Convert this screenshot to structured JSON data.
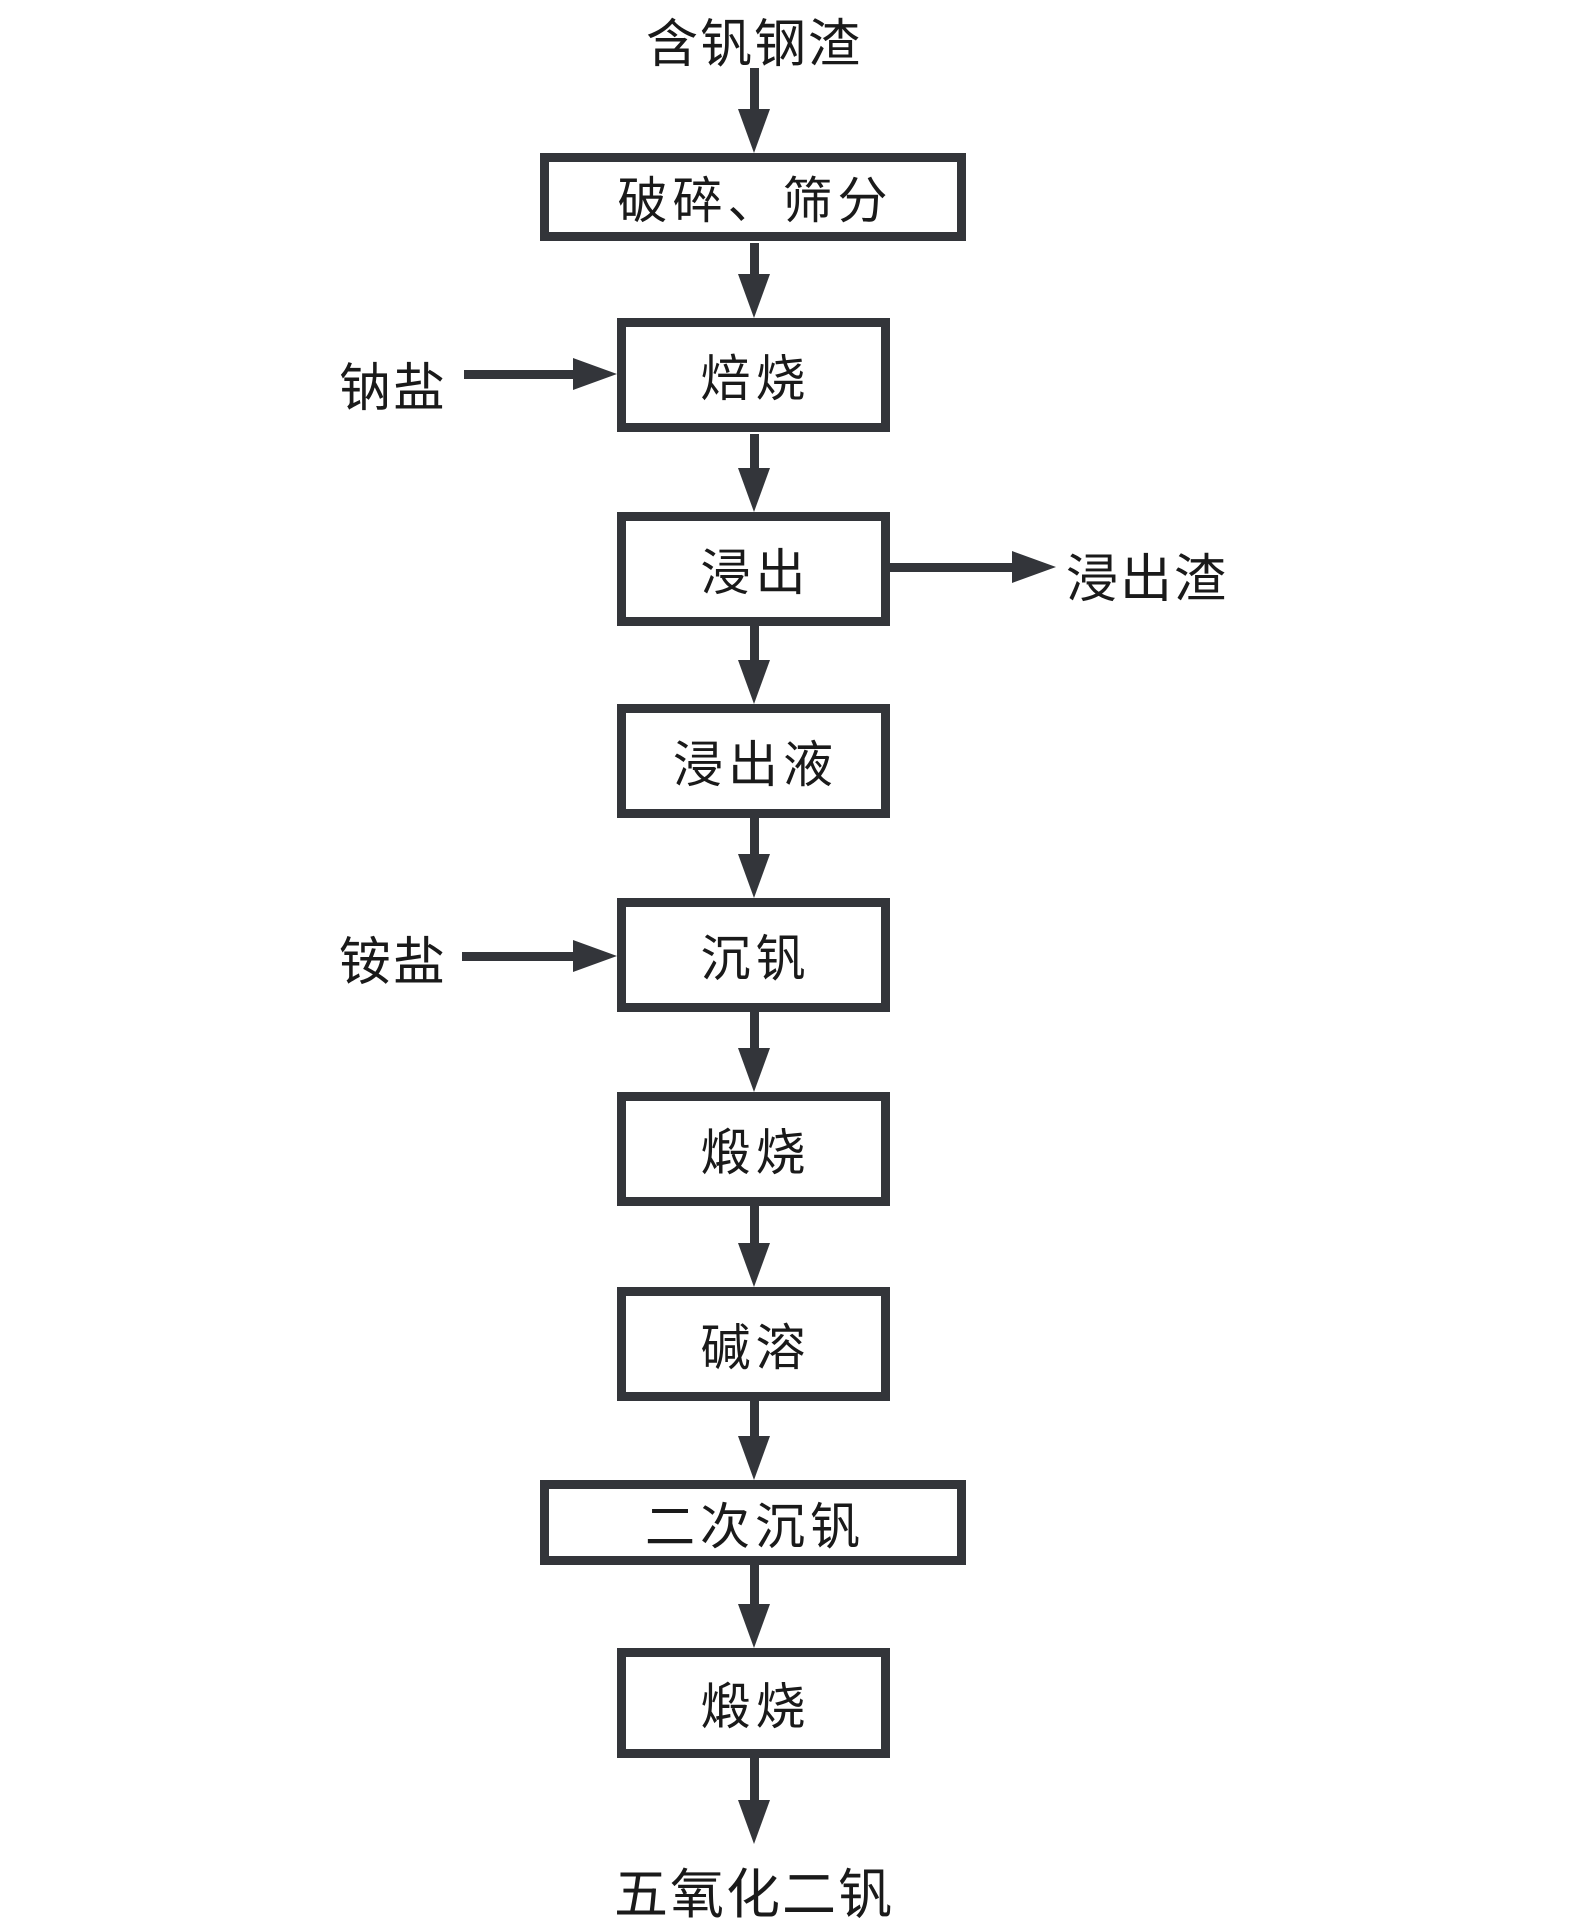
{
  "diagram": {
    "start_label": "含钒钢渣",
    "end_label": "五氧化二钒",
    "nodes": [
      {
        "id": "crush-screen",
        "label": "破碎、筛分"
      },
      {
        "id": "roasting",
        "label": "焙烧"
      },
      {
        "id": "leaching",
        "label": "浸出"
      },
      {
        "id": "leachate",
        "label": "浸出液"
      },
      {
        "id": "vanadium-precipitation",
        "label": "沉钒"
      },
      {
        "id": "calcination-1",
        "label": "煅烧"
      },
      {
        "id": "alkali-dissolution",
        "label": "碱溶"
      },
      {
        "id": "secondary-vanadium-precipitation",
        "label": "二次沉钒"
      },
      {
        "id": "calcination-2",
        "label": "煅烧"
      }
    ],
    "side_inputs": [
      {
        "label": "钠盐",
        "target": "焙烧"
      },
      {
        "label": "铵盐",
        "target": "沉钒"
      }
    ],
    "side_outputs": [
      {
        "label": "浸出渣",
        "source": "浸出"
      }
    ],
    "colors": {
      "line": "#33353a",
      "text": "#1a1a1a",
      "background": "#ffffff"
    }
  }
}
